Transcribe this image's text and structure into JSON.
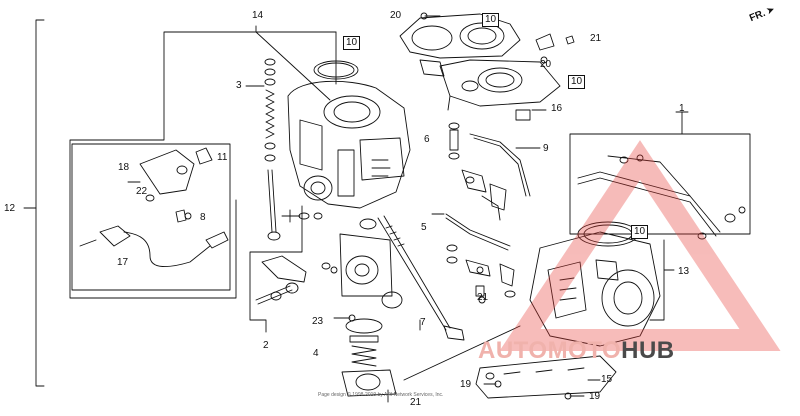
{
  "diagram": {
    "direction_label": "FR.",
    "watermark": {
      "part1": "AUTO",
      "part2": "MOTO",
      "part3": "HUB"
    },
    "footer_note": "Page design © 1998-2019 by ARI Network Services, Inc.",
    "colors": {
      "line": "#111111",
      "watermark_red": "#e8403a",
      "watermark_dark": "#4a4a4a"
    },
    "callouts": [
      {
        "id": "c14",
        "text": "14",
        "boxed": false
      },
      {
        "id": "c10a",
        "text": "10",
        "boxed": true
      },
      {
        "id": "c20a",
        "text": "20",
        "boxed": false
      },
      {
        "id": "c10b",
        "text": "10",
        "boxed": true
      },
      {
        "id": "c21a",
        "text": "21",
        "boxed": false
      },
      {
        "id": "c20b",
        "text": "20",
        "boxed": false
      },
      {
        "id": "c10c",
        "text": "10",
        "boxed": true
      },
      {
        "id": "c3",
        "text": "3",
        "boxed": false
      },
      {
        "id": "c16",
        "text": "16",
        "boxed": false
      },
      {
        "id": "c1",
        "text": "1",
        "boxed": false
      },
      {
        "id": "c6",
        "text": "6",
        "boxed": false
      },
      {
        "id": "c9",
        "text": "9",
        "boxed": false
      },
      {
        "id": "c12",
        "text": "12",
        "boxed": false
      },
      {
        "id": "c18",
        "text": "18",
        "boxed": false
      },
      {
        "id": "c11",
        "text": "11",
        "boxed": false
      },
      {
        "id": "c22",
        "text": "22",
        "boxed": false
      },
      {
        "id": "c8",
        "text": "8",
        "boxed": false
      },
      {
        "id": "c5",
        "text": "5",
        "boxed": false
      },
      {
        "id": "c10d",
        "text": "10",
        "boxed": true
      },
      {
        "id": "c17",
        "text": "17",
        "boxed": false
      },
      {
        "id": "c13",
        "text": "13",
        "boxed": false
      },
      {
        "id": "c21b",
        "text": "21",
        "boxed": false
      },
      {
        "id": "c7",
        "text": "7",
        "boxed": false
      },
      {
        "id": "c23",
        "text": "23",
        "boxed": false
      },
      {
        "id": "c2",
        "text": "2",
        "boxed": false
      },
      {
        "id": "c4",
        "text": "4",
        "boxed": false
      },
      {
        "id": "c21c",
        "text": "21",
        "boxed": false
      },
      {
        "id": "c15",
        "text": "15",
        "boxed": false
      },
      {
        "id": "c19a",
        "text": "19",
        "boxed": false
      },
      {
        "id": "c19b",
        "text": "19",
        "boxed": false
      }
    ]
  }
}
